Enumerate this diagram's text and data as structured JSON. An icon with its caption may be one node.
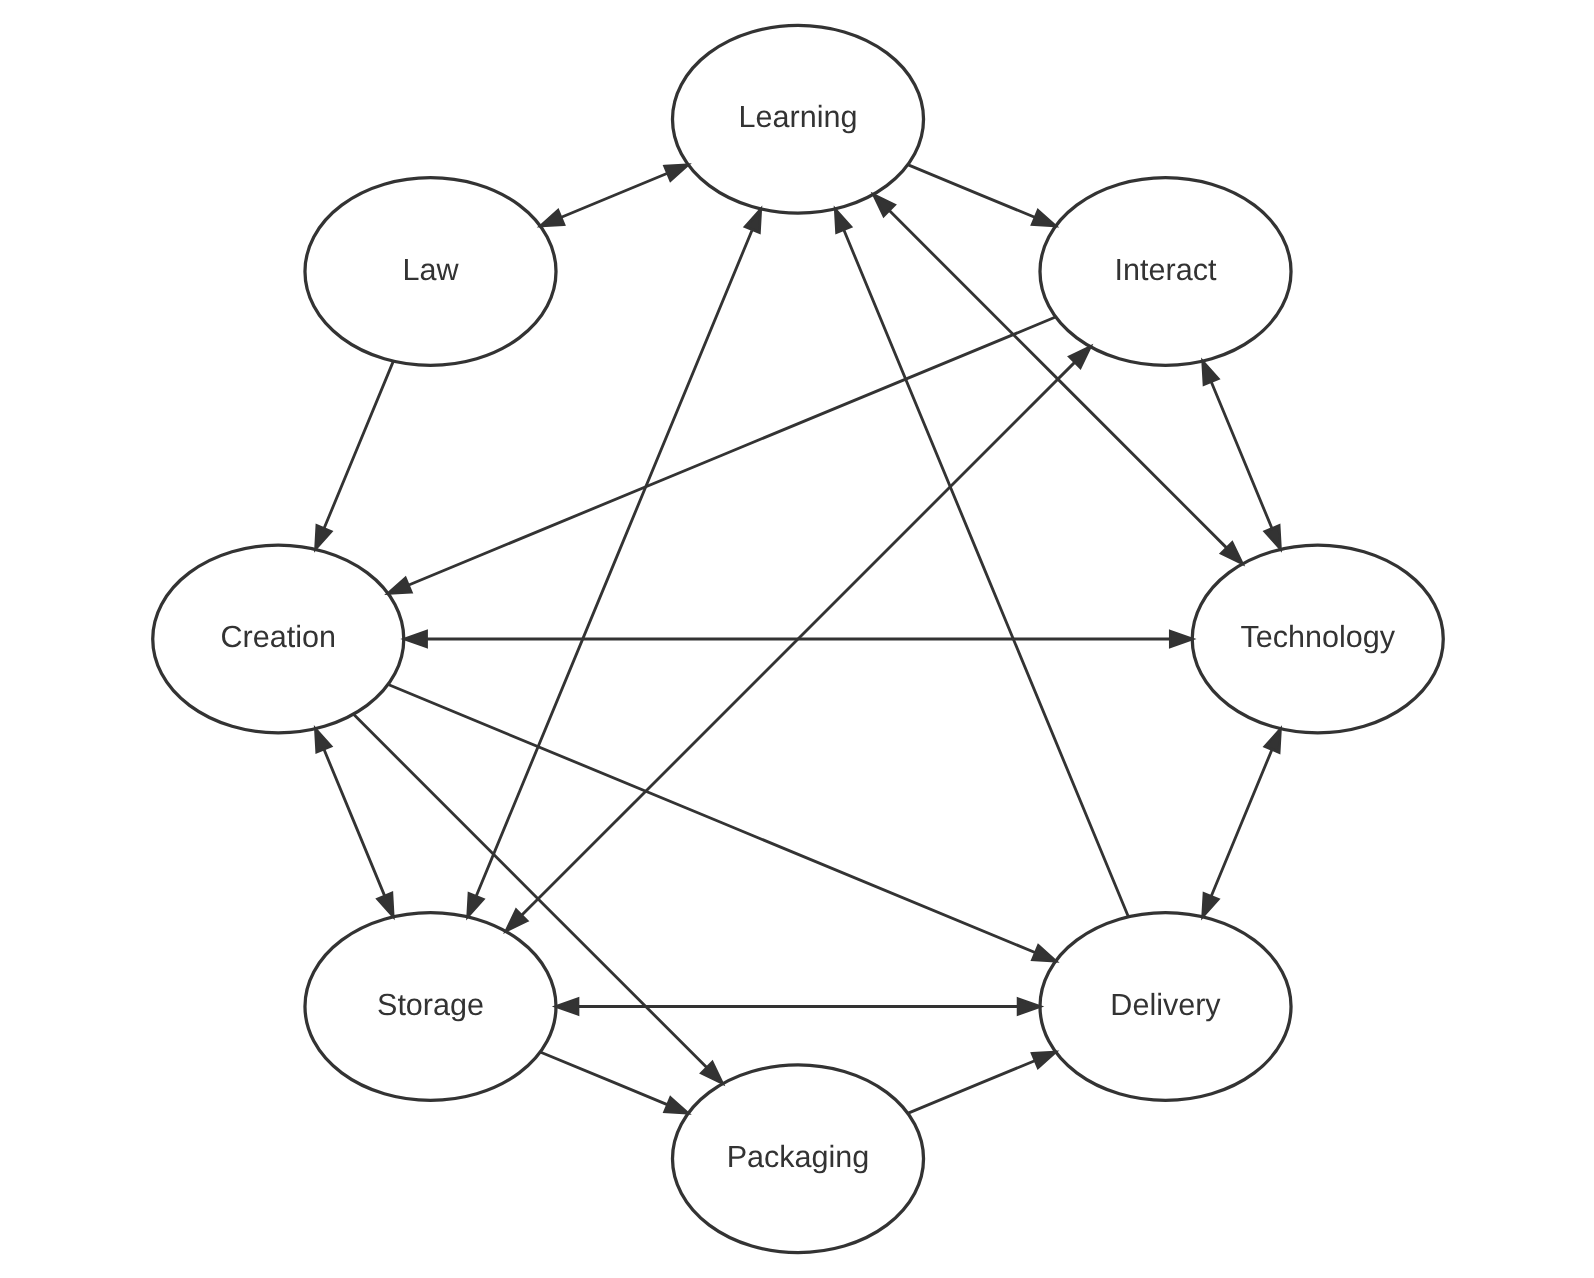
{
  "diagram": {
    "nodes": [
      {
        "text": [
          "Packaging"
        ]
      },
      {
        "text": [
          "Creation"
        ]
      },
      {
        "text": [
          "Delivery"
        ]
      },
      {
        "text": [
          "Storage"
        ]
      },
      {
        "text": [
          "Law"
        ]
      },
      {
        "text": [
          "Interact"
        ]
      },
      {
        "text": [
          "Learning"
        ]
      },
      {
        "text": [
          "Technology"
        ]
      }
    ],
    "edges": [
      {
        "from": 1,
        "to": 0,
        "arrow": "to"
      },
      {
        "from": 0,
        "to": 2,
        "arrow": "to"
      },
      {
        "from": 1,
        "to": 2,
        "arrow": "to"
      },
      {
        "from": 3,
        "to": 0,
        "arrow": "to"
      },
      {
        "from": 1,
        "to": 3,
        "arrow": "both"
      },
      {
        "from": 2,
        "to": 3,
        "arrow": "both"
      },
      {
        "from": 2,
        "to": 6,
        "arrow": "to"
      },
      {
        "from": 4,
        "to": 1,
        "arrow": "to"
      },
      {
        "from": 5,
        "to": 1,
        "arrow": "to"
      },
      {
        "from": 1,
        "to": 7,
        "arrow": "both"
      },
      {
        "from": 5,
        "to": 3,
        "arrow": "both"
      },
      {
        "from": 4,
        "to": 6,
        "arrow": "both"
      },
      {
        "from": 6,
        "to": 5,
        "arrow": "to"
      },
      {
        "from": 3,
        "to": 6,
        "arrow": "both"
      },
      {
        "from": 2,
        "to": 7,
        "arrow": "both"
      },
      {
        "from": 5,
        "to": 7,
        "arrow": "both"
      },
      {
        "from": 7,
        "to": 6,
        "arrow": "both"
      }
    ]
  }
}
